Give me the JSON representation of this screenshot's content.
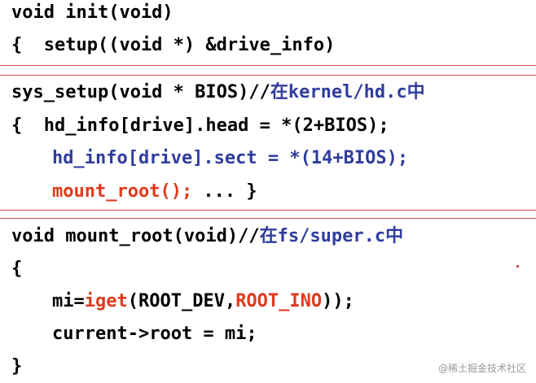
{
  "block1": {
    "line1": "void init(void)",
    "line2": "{  setup((void *) &drive_info)"
  },
  "block2": {
    "line1_code": "sys_setup(void * BIOS)//",
    "line1_comment": "在kernel/hd.c中",
    "line2": "{  hd_info[drive].head = *(2+BIOS);",
    "line3": "hd_info[drive].sect = *(14+BIOS);",
    "line4_red": "mount_root();",
    "line4_rest": " ... }"
  },
  "block3": {
    "line1_code": "void mount_root(void)//",
    "line1_comment": "在fs/super.c中",
    "line2": "{",
    "line3_a": "mi=",
    "line3_b": "iget",
    "line3_c": "(ROOT_DEV,",
    "line3_d": "ROOT_INO",
    "line3_e": "));",
    "line4": "current->root = mi;",
    "line5": "}"
  },
  "watermark": "@稀土掘金技术社区",
  "colors": {
    "text": "#000000",
    "comment_blue": "#2f3c9e",
    "highlight_red": "#e03a1c",
    "rule": "#d44a4a"
  }
}
